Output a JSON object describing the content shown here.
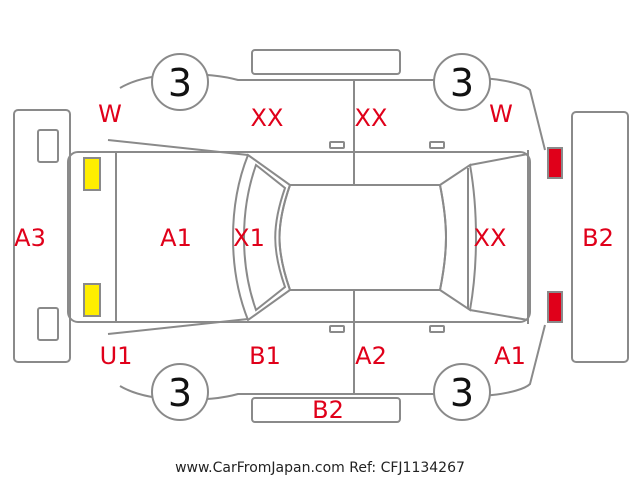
{
  "tires": {
    "front_left": "3",
    "front_right": "3",
    "rear_left": "3",
    "rear_right": "3"
  },
  "labels": {
    "front_left_top": "W",
    "left_door_front_top": "XX",
    "left_door_rear_top": "XX",
    "rear_left_top": "W",
    "front_bumper": "A3",
    "hood": "A1",
    "windshield": "X1",
    "roof_rear": "XX",
    "rear_bumper": "B2",
    "front_right_bottom": "U1",
    "right_door_front": "B1",
    "right_door_rear": "A2",
    "rear_right_bottom": "A1",
    "right_rocker": "B2"
  },
  "light_colors": {
    "front": "#ffee00",
    "rear": "#e0001a"
  },
  "footer": "www.CarFromJapan.com Ref: CFJ1134267"
}
